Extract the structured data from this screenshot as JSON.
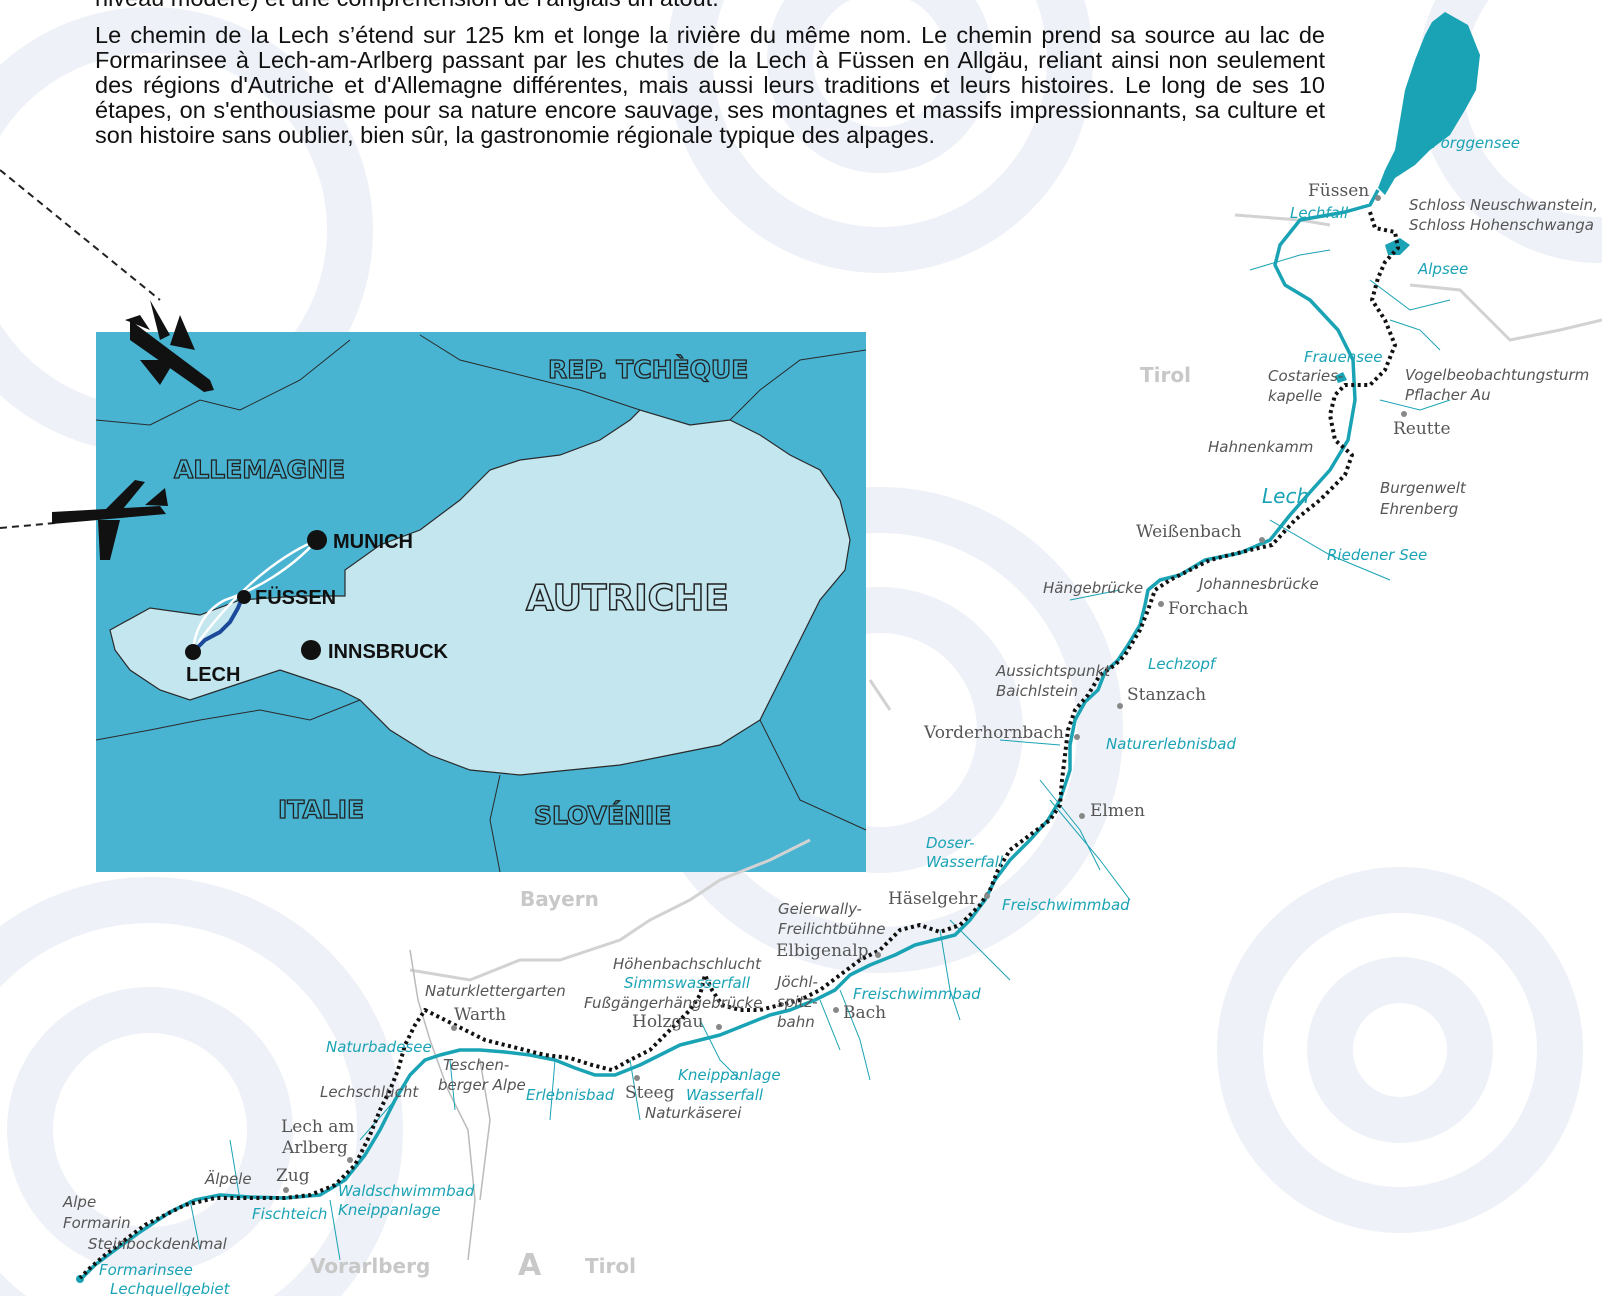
{
  "intro": {
    "paragraph1": "niveau modéré) et une compréhension de l'anglais un atout.",
    "paragraph2": "Le chemin de la Lech s’étend sur 125 km et longe la rivière du même nom. Le chemin prend sa source au lac de Formarinsee à Lech-am-Arlberg passant par les chutes de la Lech à Füssen en Allgäu, reliant ainsi non seulement des régions d'Autriche et d'Allemagne différentes, mais aussi leurs traditions et leurs histoires. Le long de ses 10 étapes, on s'enthousiasme pour sa nature encore sauvage, ses montagnes et massifs impressionnants, sa culture et son histoire sans oublier, bien sûr, la gastronomie régionale typique des alpages."
  },
  "inset": {
    "countries": {
      "czech": "REP. TCHÈQUE",
      "germany": "ALLEMAGNE",
      "austria": "AUTRICHE",
      "italy": "ITALIE",
      "slovenia": "SLOVÉNIE"
    },
    "cities": {
      "munich": "MUNICH",
      "fussen": "FÜSSEN",
      "lech": "LECH",
      "innsbruck": "INNSBRUCK"
    }
  },
  "regions": {
    "tirol_north": "Tirol",
    "bayern": "Bayern",
    "vorarlberg": "Vorarlberg",
    "a": "A",
    "tirol_south": "Tirol"
  },
  "river": {
    "lech": "Lech"
  },
  "towns": {
    "fussen": "Füssen",
    "reutte": "Reutte",
    "weissenbach": "Weißenbach",
    "forchach": "Forchach",
    "stanzach": "Stanzach",
    "vorderhornbach": "Vorderhornbach",
    "elmen": "Elmen",
    "haselgehr": "Häselgehr",
    "elbigenalp": "Elbigenalp",
    "bach": "Bach",
    "holzgau": "Holzgau",
    "steeg": "Steeg",
    "warth": "Warth",
    "lech_am_1": "Lech am",
    "lech_am_2": "Arlberg",
    "zug": "Zug"
  },
  "pois": {
    "schloss1": "Schloss Neuschwanstein,",
    "schloss2": "Schloss Hohenschwanga",
    "vogel": "Vogelbeobachtungsturm",
    "pflacher": "Pflacher Au",
    "costaries1": "Costaries-",
    "costaries2": "kapelle",
    "hahnenkamm": "Hahnenkamm",
    "burgenwelt1": "Burgenwelt",
    "burgenwelt2": "Ehrenberg",
    "haengebruecke": "Hängebrücke",
    "johannesbruecke": "Johannesbrücke",
    "aussicht1": "Aussichtspunkt",
    "aussicht2": "Baichlstein",
    "geierwally1": "Geierwally-",
    "geierwally2": "Freilichtbühne",
    "hoehenbach": "Höhenbachschlucht",
    "fussgaenger": "Fußgängerhängebrücke",
    "joechl1": "Jöchl-",
    "joechl2": "spitz-",
    "joechl3": "bahn",
    "naturkletter": "Naturklettergarten",
    "teschen1": "Teschen-",
    "teschen2": "berger Alpe",
    "lechschlucht": "Lechschlucht",
    "aelpele": "Älpele",
    "alpe1": "Alpe",
    "alpe2": "Formarin",
    "steinbock": "Steinbockdenkmal",
    "naturkaeserei": "Naturkäserei"
  },
  "waters": {
    "forggensee": "Forggensee",
    "lechfall": "Lechfall",
    "alpsee": "Alpsee",
    "frauensee": "Frauensee",
    "riedener": "Riedener See",
    "lechzopf": "Lechzopf",
    "naturerlebnisbad": "Naturerlebnisbad",
    "doser1": "Doser-",
    "doser2": "Wasserfall",
    "freischwimm1": "Freischwimmbad",
    "freischwimm2": "Freischwimmbad",
    "simms": "Simmswasserfall",
    "kneipp1": "Kneippanlage",
    "wasserfall": "Wasserfall",
    "erlebnisbad": "Erlebnisbad",
    "naturbadesee": "Naturbadesee",
    "waldschwimm": "Waldschwimmbad",
    "kneipp2": "Kneippanlage",
    "fischteich": "Fischteich",
    "formarinsee": "Formarinsee",
    "lechquell": "Lechquellgebiet"
  },
  "colors": {
    "river": "#1aa3b4",
    "inset_sea": "#48b4d2",
    "inset_land": "#c4e6ef",
    "swirl": "#eef1f7"
  }
}
